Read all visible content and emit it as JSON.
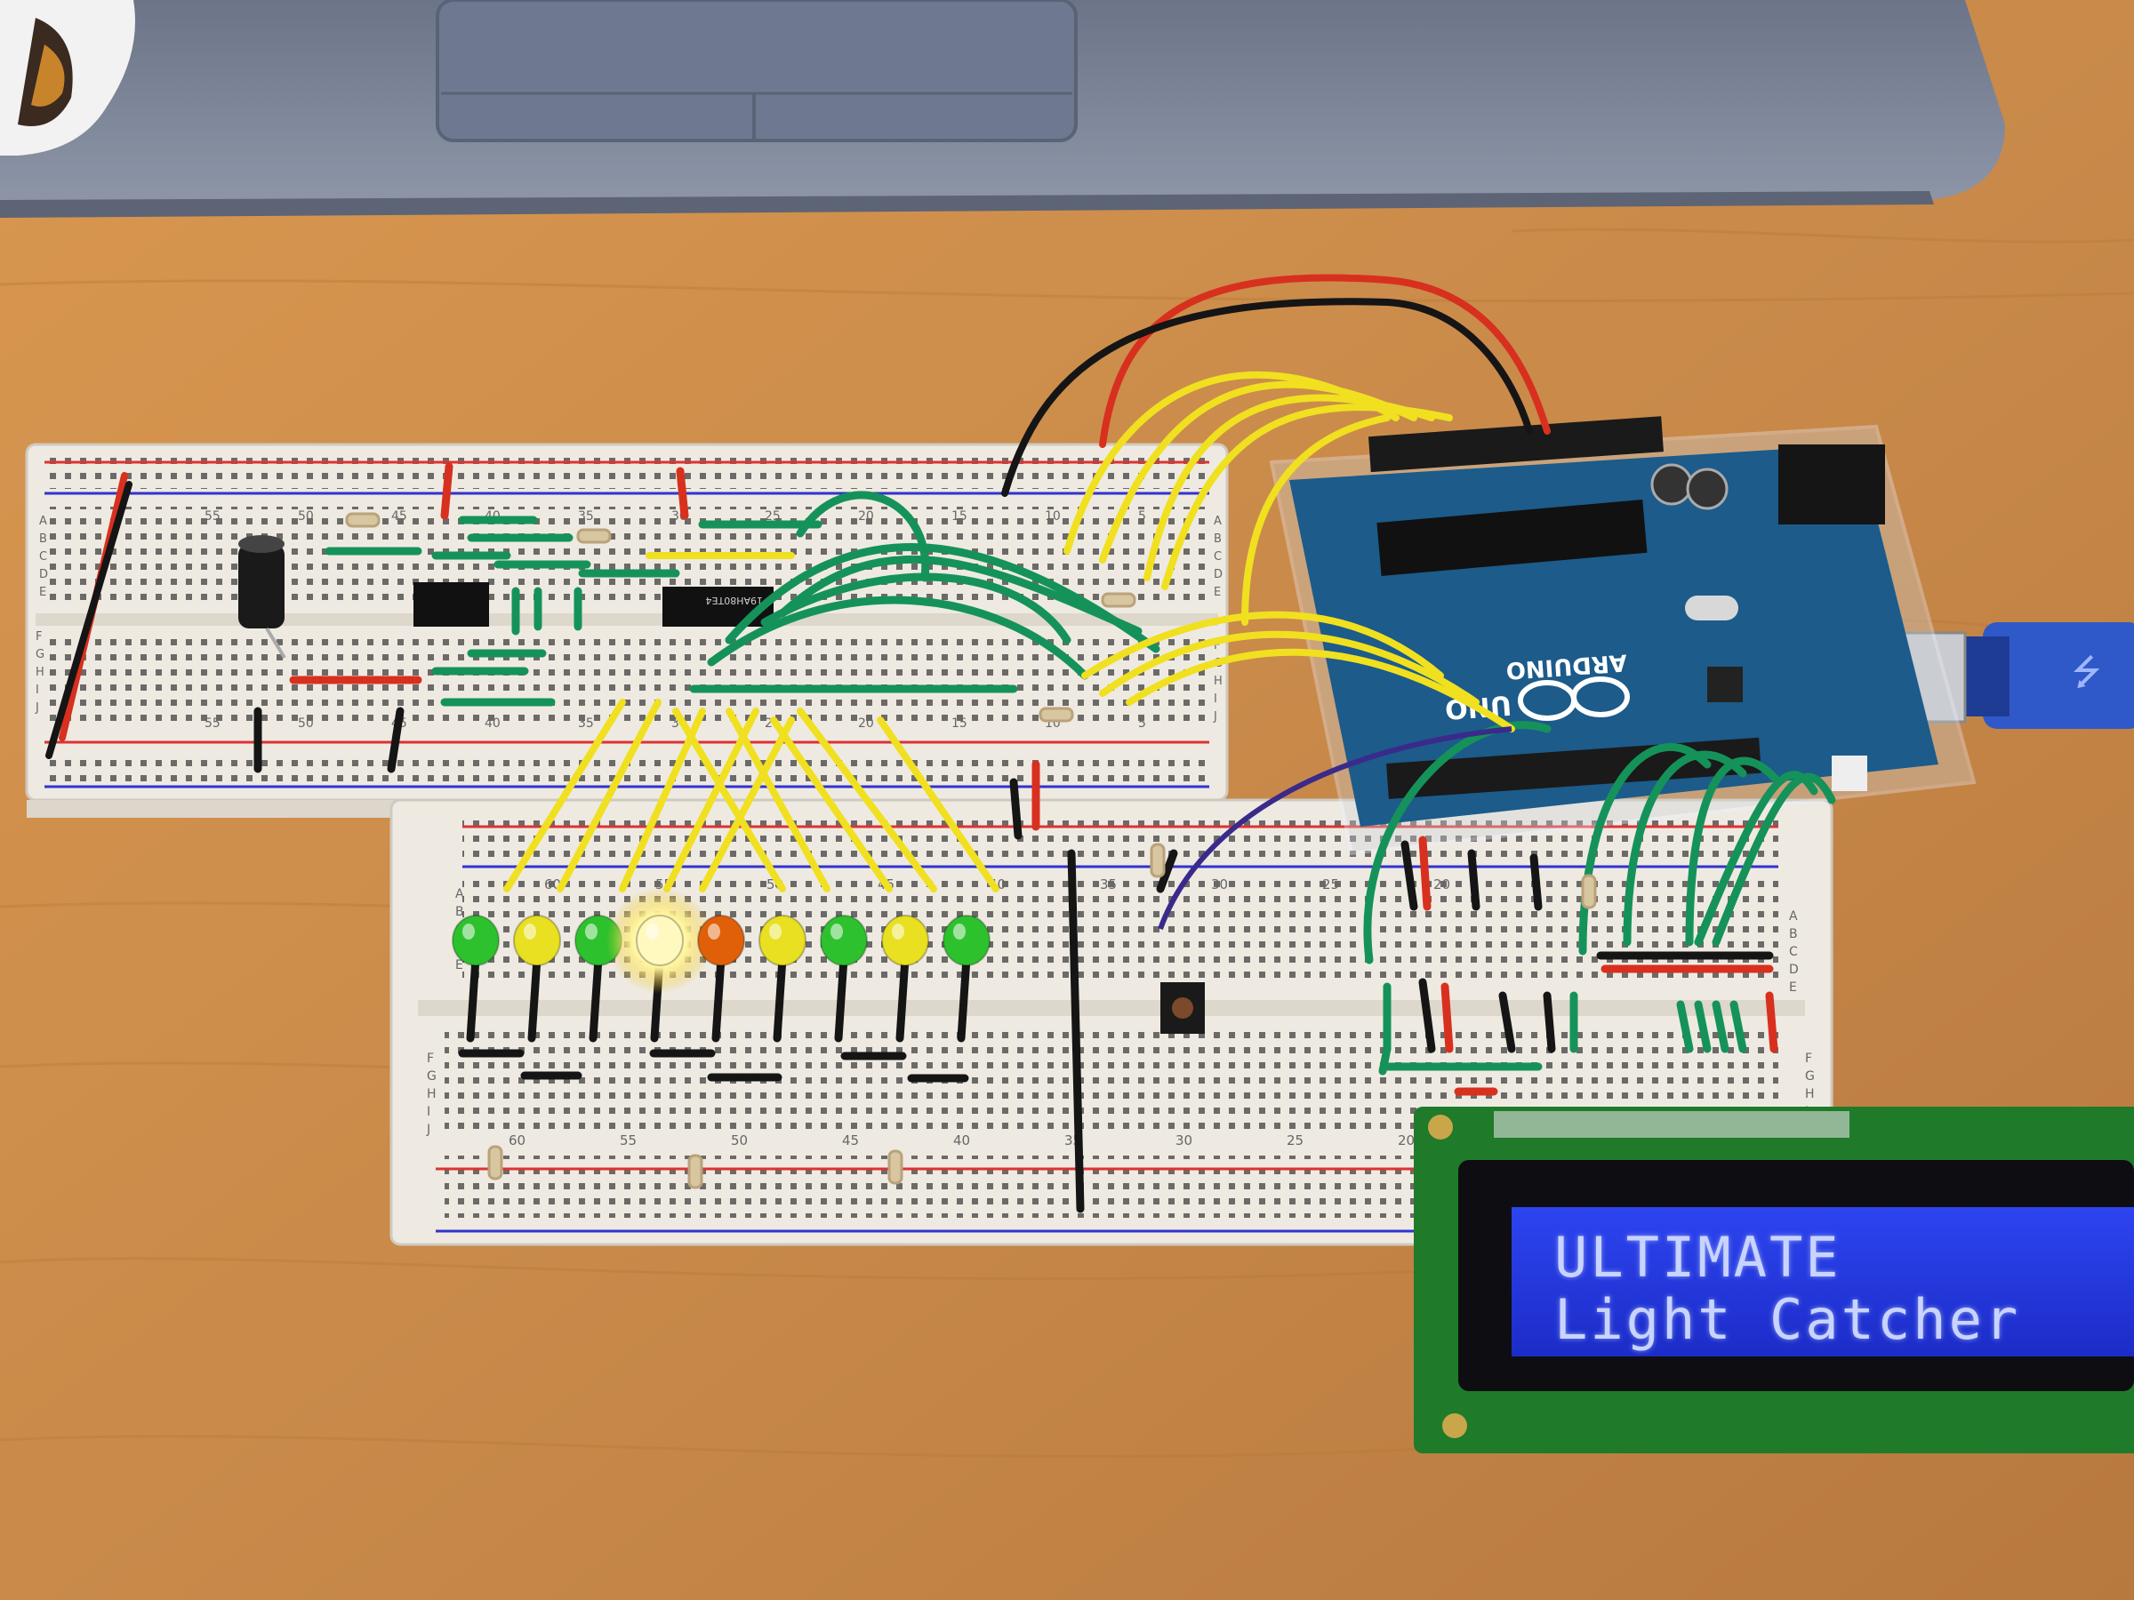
{
  "lcd": {
    "line1": "ULTIMATE",
    "line2": "Light Catcher"
  },
  "arduino": {
    "brand": "ARDUINO",
    "model": "UNO"
  },
  "ic_chip": {
    "marking": "19AH80TE4"
  },
  "breadboard_upper": {
    "column_numbers": [
      "55",
      "50",
      "45",
      "40",
      "35",
      "30",
      "25",
      "20",
      "15",
      "10",
      "5"
    ],
    "row_letters_top": [
      "A",
      "B",
      "C",
      "D",
      "E"
    ],
    "row_letters_bottom": [
      "F",
      "G",
      "H",
      "I",
      "J"
    ]
  },
  "breadboard_lower": {
    "column_numbers": [
      "60",
      "55",
      "50",
      "45",
      "40",
      "35",
      "30",
      "25",
      "20"
    ],
    "row_letters_top": [
      "A",
      "B",
      "C",
      "D",
      "E"
    ],
    "row_letters_bottom": [
      "F",
      "G",
      "H",
      "I",
      "J"
    ]
  },
  "led_colors": [
    "#2ec12e",
    "#e8e020",
    "#2ec12e",
    "#fff9c0",
    "#e0600a",
    "#e8e020",
    "#2ec12e",
    "#e8e020",
    "#2ec12e"
  ],
  "colors": {
    "desk": "#c98a4a",
    "laptop": "#7b8496",
    "breadboard": "#eeeae2",
    "arduino_pcb": "#1c5b8a",
    "lcd_pcb": "#1f7a2a",
    "lcd_screen": "#2536e0",
    "wire_yellow": "#f0e020",
    "wire_green": "#15925a",
    "wire_red": "#d8301e",
    "wire_black": "#151515"
  }
}
